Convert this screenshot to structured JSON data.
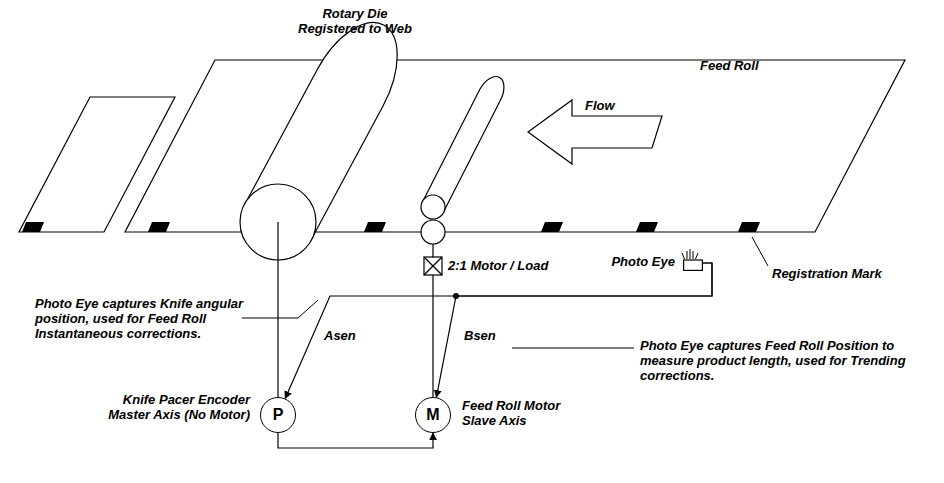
{
  "diagram": {
    "nodes": [
      {
        "text": [
          "Photo Eye"
        ]
      },
      {
        "text": [
          "P"
        ]
      },
      {
        "text": [
          "M"
        ]
      }
    ],
    "edges": [
      {
        "from": 0,
        "to": 1,
        "arrow": "to",
        "label": "Asen"
      },
      {
        "from": 0,
        "to": 2,
        "arrow": "to",
        "label": "Bsen"
      },
      {
        "from": 1,
        "to": 2,
        "arrow": "to"
      }
    ],
    "labels": [
      "Rotary Die Registered to Web",
      "Feed Roll",
      "Flow",
      "Registration Mark",
      "2:1 Motor / Load",
      "Photo Eye captures Knife angular position, used for Feed Roll Instantaneous corrections.",
      "Knife Pacer Encoder Master Axis (No Motor)",
      "Feed Roll Motor Slave Axis",
      "Photo Eye captures Feed Roll Position to measure product length, used for Trending corrections."
    ]
  }
}
